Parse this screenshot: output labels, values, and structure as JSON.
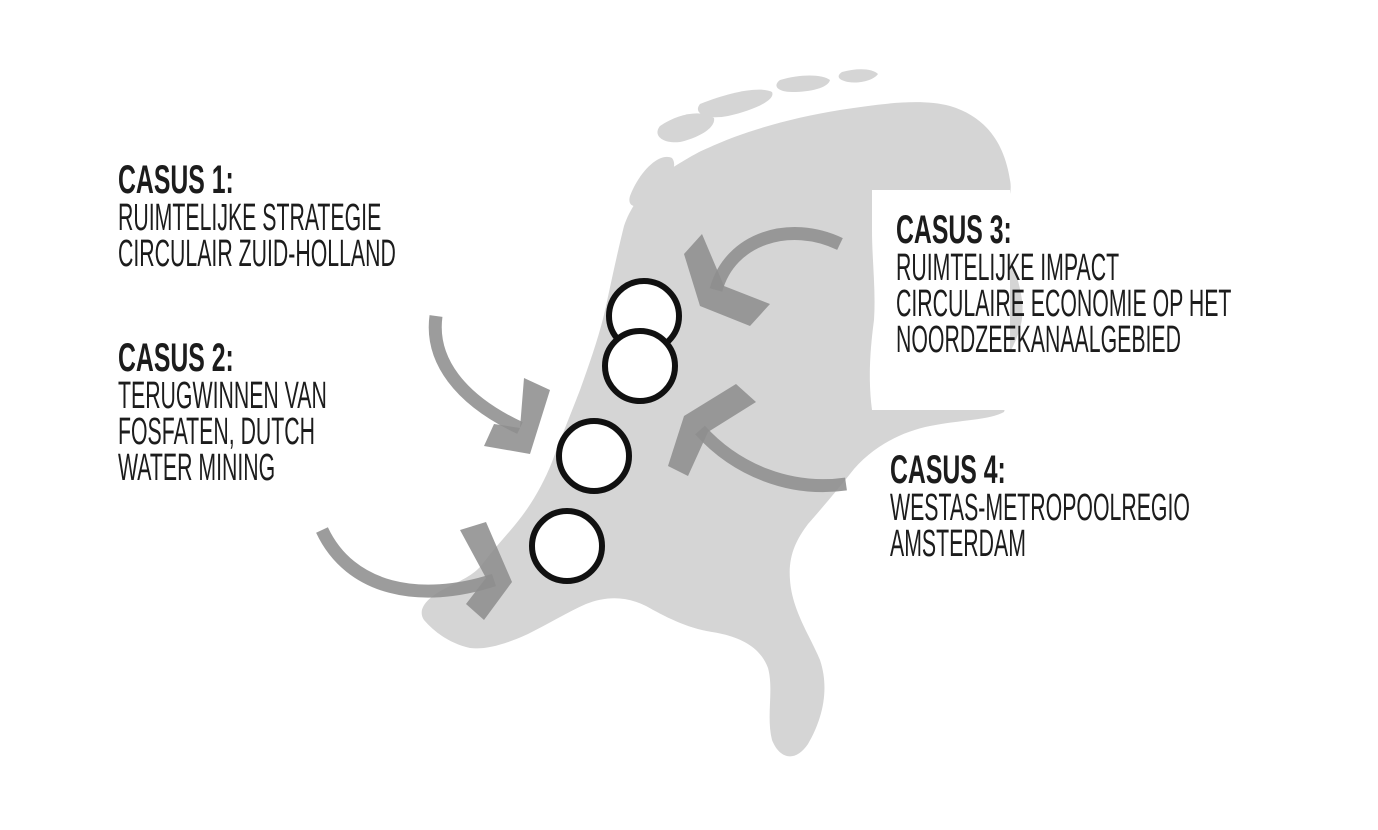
{
  "map": {
    "region": "Nederland",
    "land_color": "#d5d5d5",
    "water_color": "#ffffff",
    "arrow_color": "#8e8e8e",
    "marker_stroke": "#111111",
    "marker_fill": "#ffffff"
  },
  "cases": [
    {
      "heading": "CASUS 1:",
      "lines": [
        "RUIMTELIJKE STRATEGIE",
        "CIRCULAIR ZUID-HOLLAND"
      ]
    },
    {
      "heading": "CASUS 2:",
      "lines": [
        "TERUGWINNEN VAN",
        "FOSFATEN, DUTCH",
        "WATER MINING"
      ]
    },
    {
      "heading": "CASUS 3:",
      "lines": [
        "RUIMTELIJKE IMPACT",
        "CIRCULAIRE ECONOMIE OP HET",
        "NOORDZEEKANAALGEBIED"
      ]
    },
    {
      "heading": "CASUS 4:",
      "lines": [
        "WESTAS-METROPOOLREGIO",
        "AMSTERDAM"
      ]
    }
  ]
}
